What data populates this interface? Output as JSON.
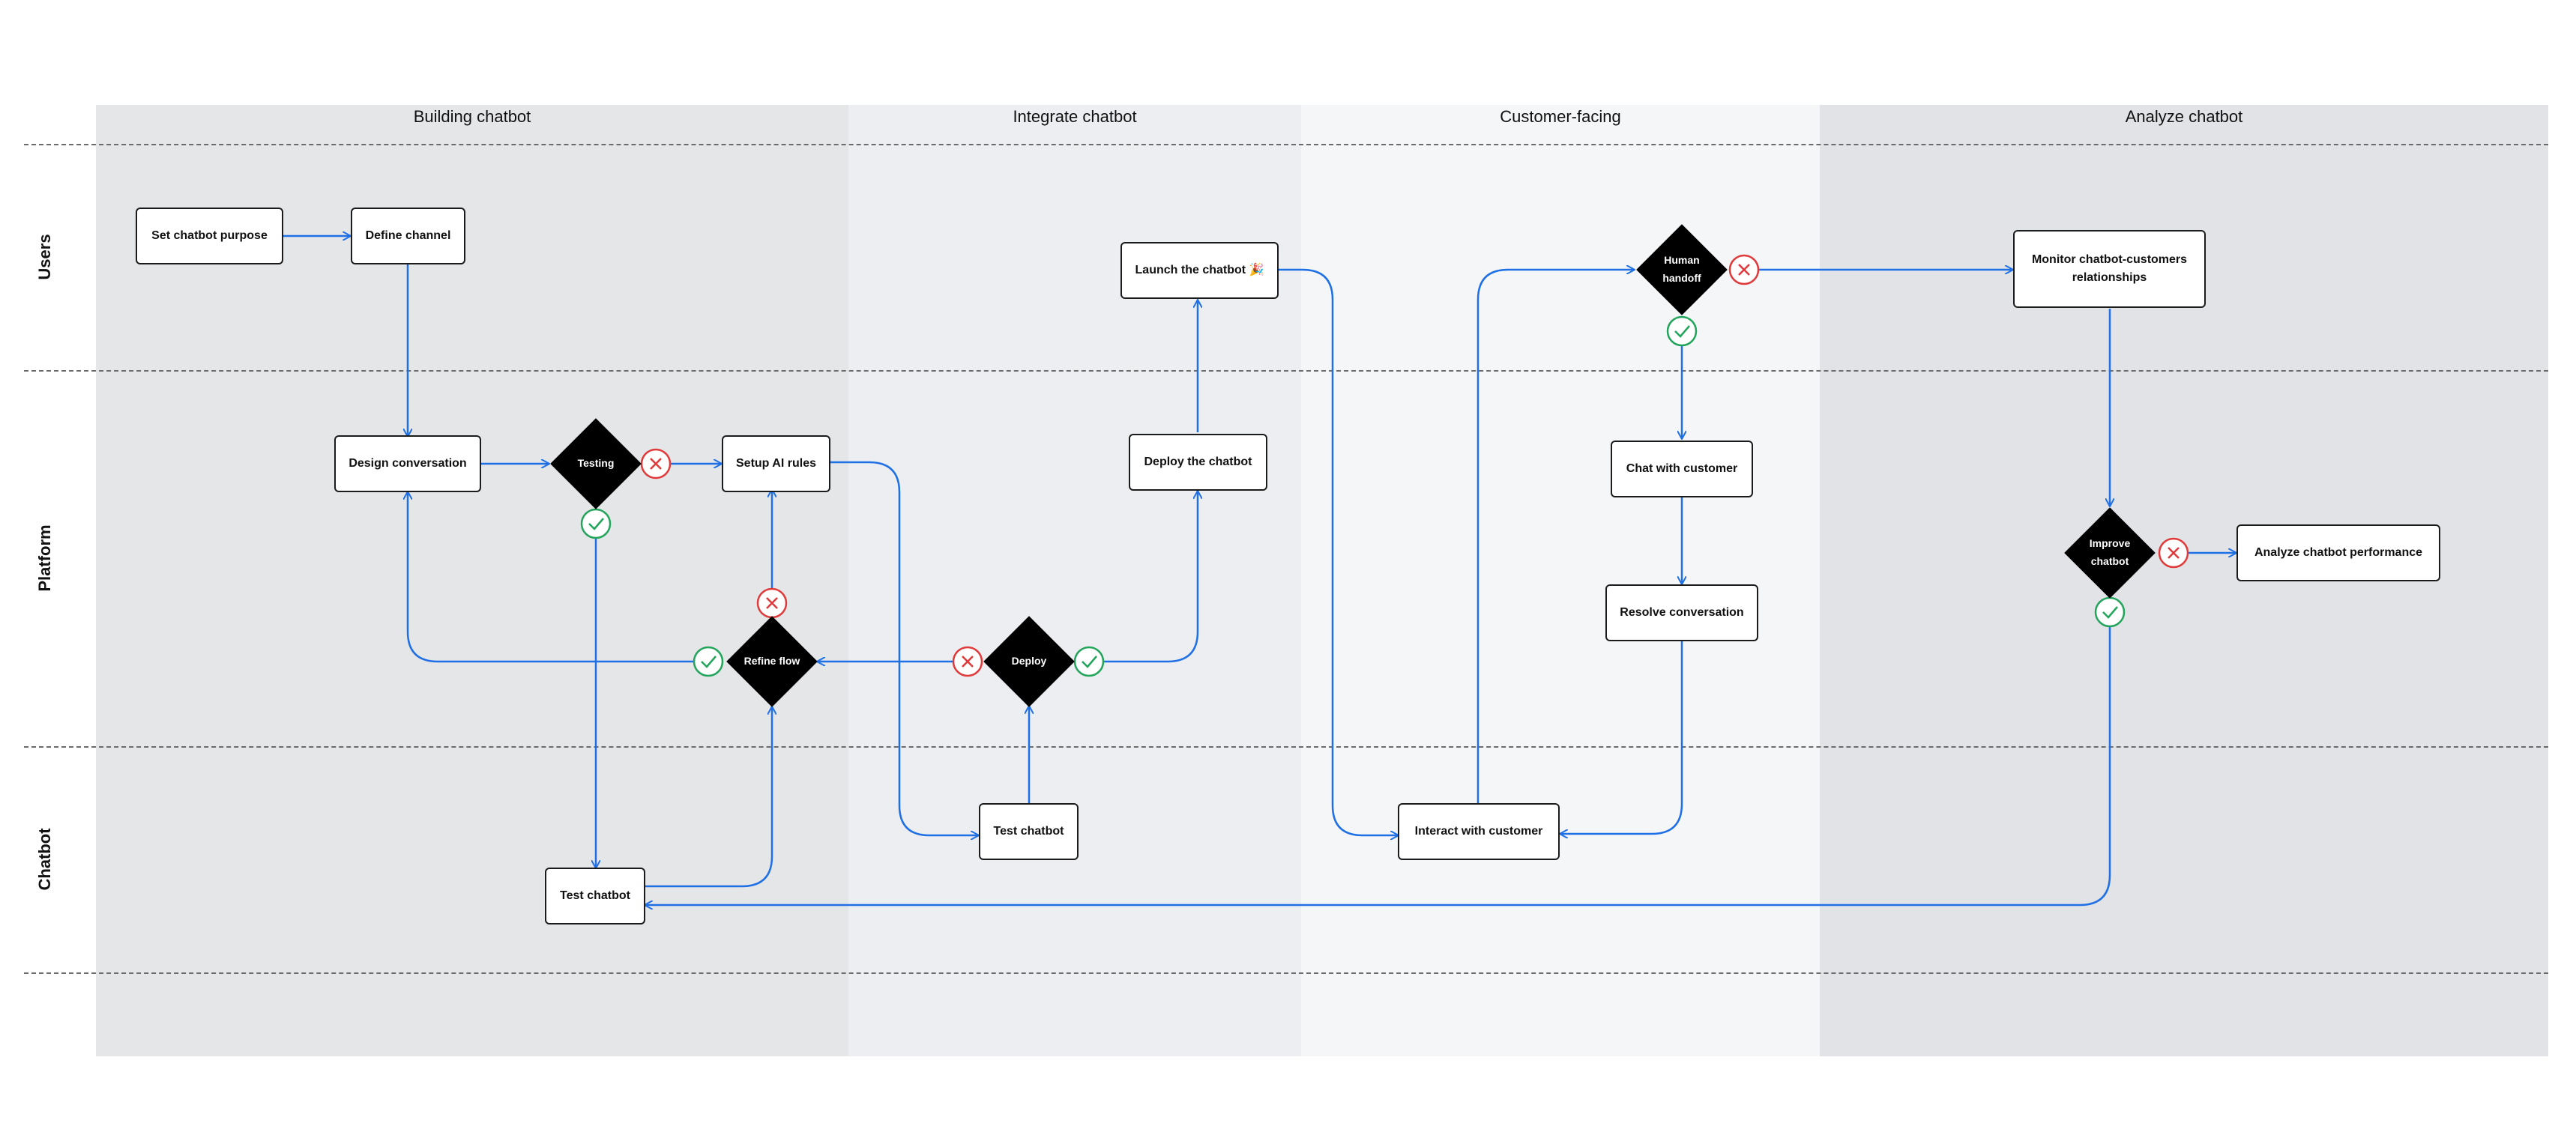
{
  "colors": {
    "connector": "#1f6fe5",
    "success": "#22a55b",
    "failure": "#e03a3a",
    "phase_backgrounds": [
      "#e5e6e8",
      "#eceef1",
      "#f5f6f7",
      "#e1e3e6"
    ]
  },
  "phases": [
    "Building chatbot",
    "Integrate chatbot",
    "Customer-facing",
    "Analyze chatbot"
  ],
  "lanes": [
    "Users",
    "Platform",
    "Chatbot"
  ],
  "nodes": {
    "set_purpose": "Set chatbot purpose",
    "define_channel": "Define channel",
    "design_conversation": "Design conversation",
    "setup_ai_rules": "Setup AI rules",
    "test_chatbot_build": "Test chatbot",
    "test_chatbot_integrate": "Test chatbot",
    "deploy_chatbot": "Deploy the chatbot",
    "launch_chatbot": "Launch the chatbot 🎉",
    "chat_with_customer": "Chat with customer",
    "resolve_conversation": "Resolve conversation",
    "interact_with_customer": "Interact with customer",
    "monitor_relationships": "Monitor chatbot-customers relationships",
    "analyze_performance": "Analyze chatbot performance"
  },
  "decisions": {
    "testing": "Testing",
    "refine_flow": "Refine flow",
    "deploy": "Deploy",
    "human_handoff": "Human handoff",
    "improve_chatbot": "Improve chatbot"
  },
  "icons": {
    "success": "check-circle-icon",
    "failure": "x-circle-icon"
  }
}
